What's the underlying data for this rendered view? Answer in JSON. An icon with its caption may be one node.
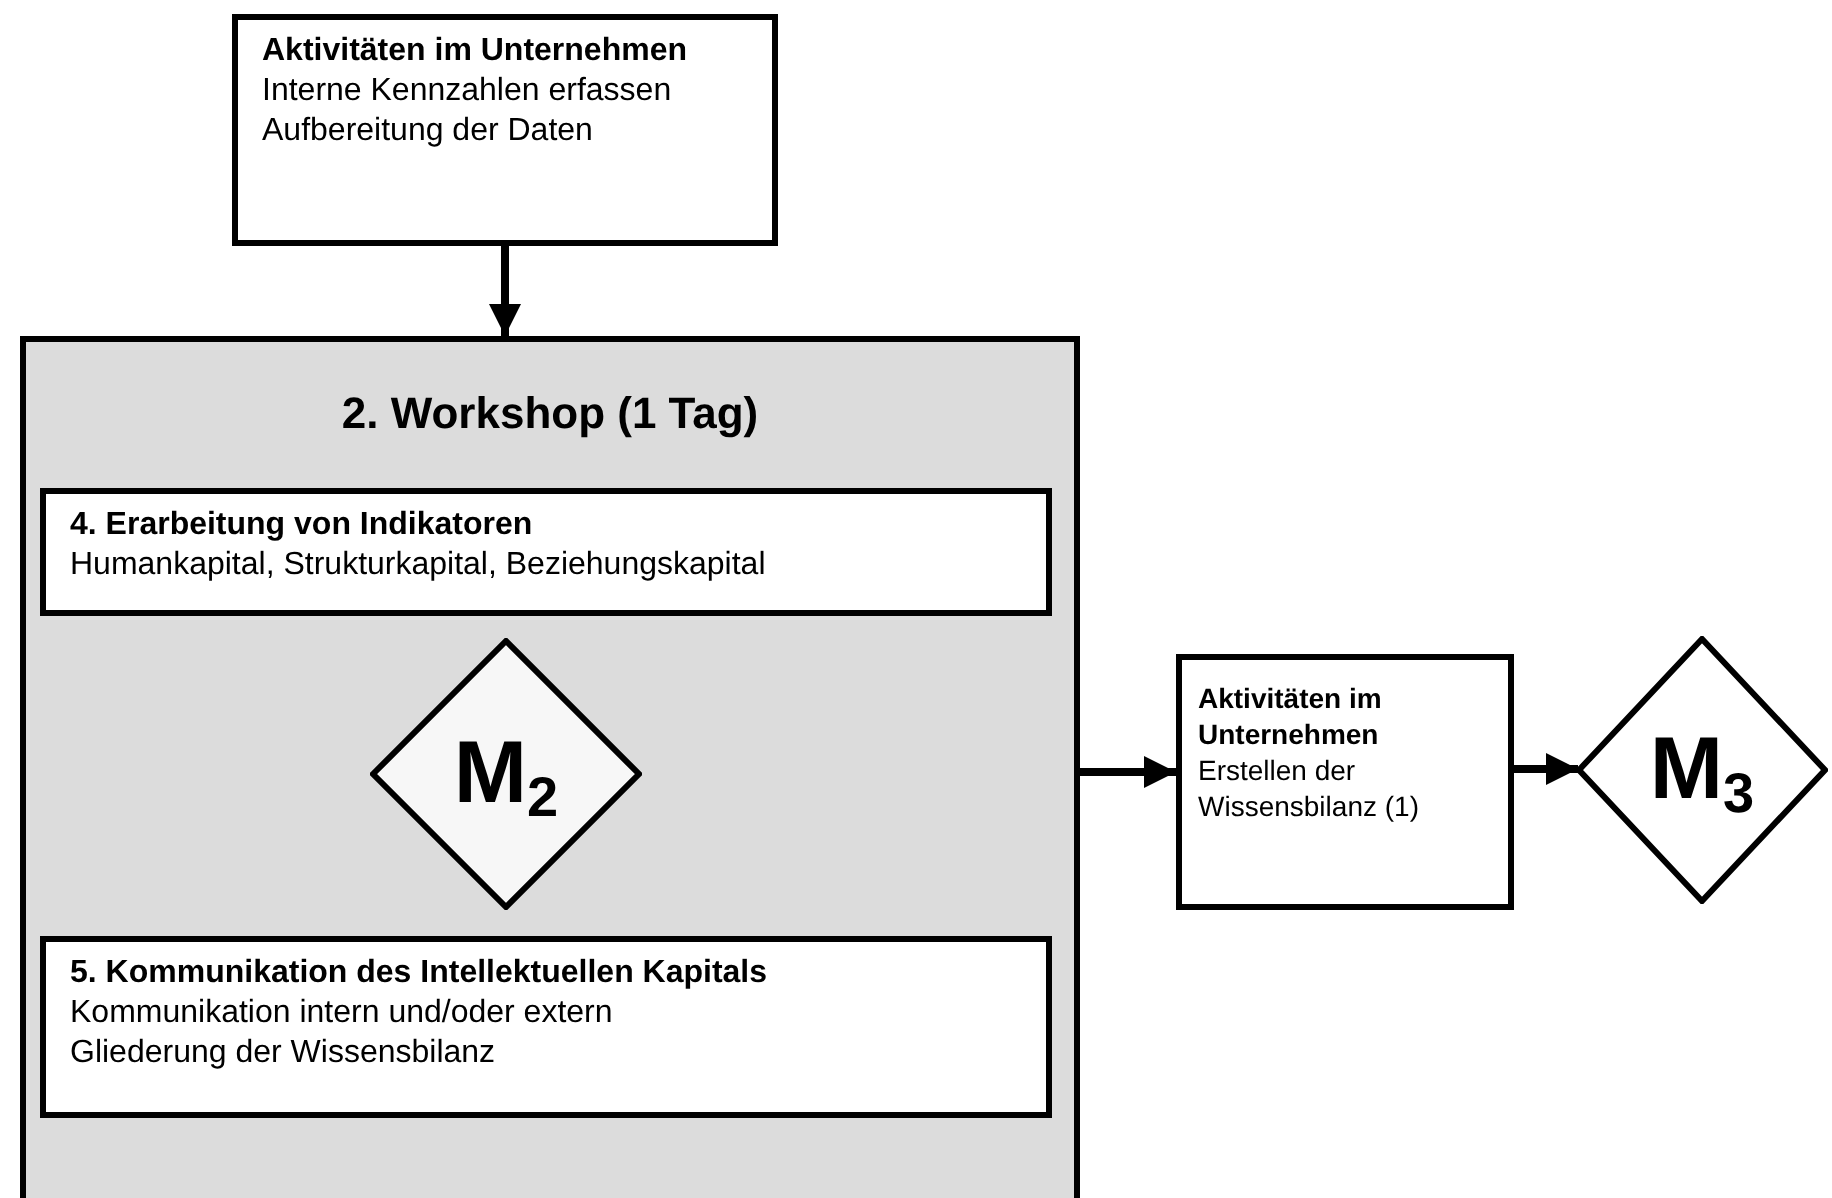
{
  "diagram": {
    "nodes": [
      {
        "text": [
          "Aktivitäten im Unternehmen",
          "Interne Kennzahlen erfassen",
          "Aufbereitung der Daten"
        ]
      },
      {
        "text": [
          "2. Workshop (1 Tag)"
        ]
      },
      {
        "text": [
          "4. Erarbeitung von Indikatoren",
          "Humankapital, Strukturkapital, Beziehungskapital"
        ],
        "in": 1
      },
      {
        "text": [
          "M$_{2}$"
        ],
        "in": 1
      },
      {
        "text": [
          "5. Kommunikation des Intellektuellen Kapitals",
          "Kommunikation intern und/oder extern",
          "Gliederung der Wissensbilanz"
        ],
        "in": 1
      },
      {
        "text": [
          "Aktivitäten im Unternehmen",
          "Erstellen der Wissensbilanz (1)"
        ]
      },
      {
        "text": [
          "M$_{3}$"
        ]
      }
    ],
    "edges": [
      {
        "from": 0,
        "to": 1,
        "arrow": "to"
      },
      {
        "from": 1,
        "to": 5,
        "arrow": "to"
      },
      {
        "from": 5,
        "to": 6,
        "arrow": "to"
      }
    ]
  }
}
